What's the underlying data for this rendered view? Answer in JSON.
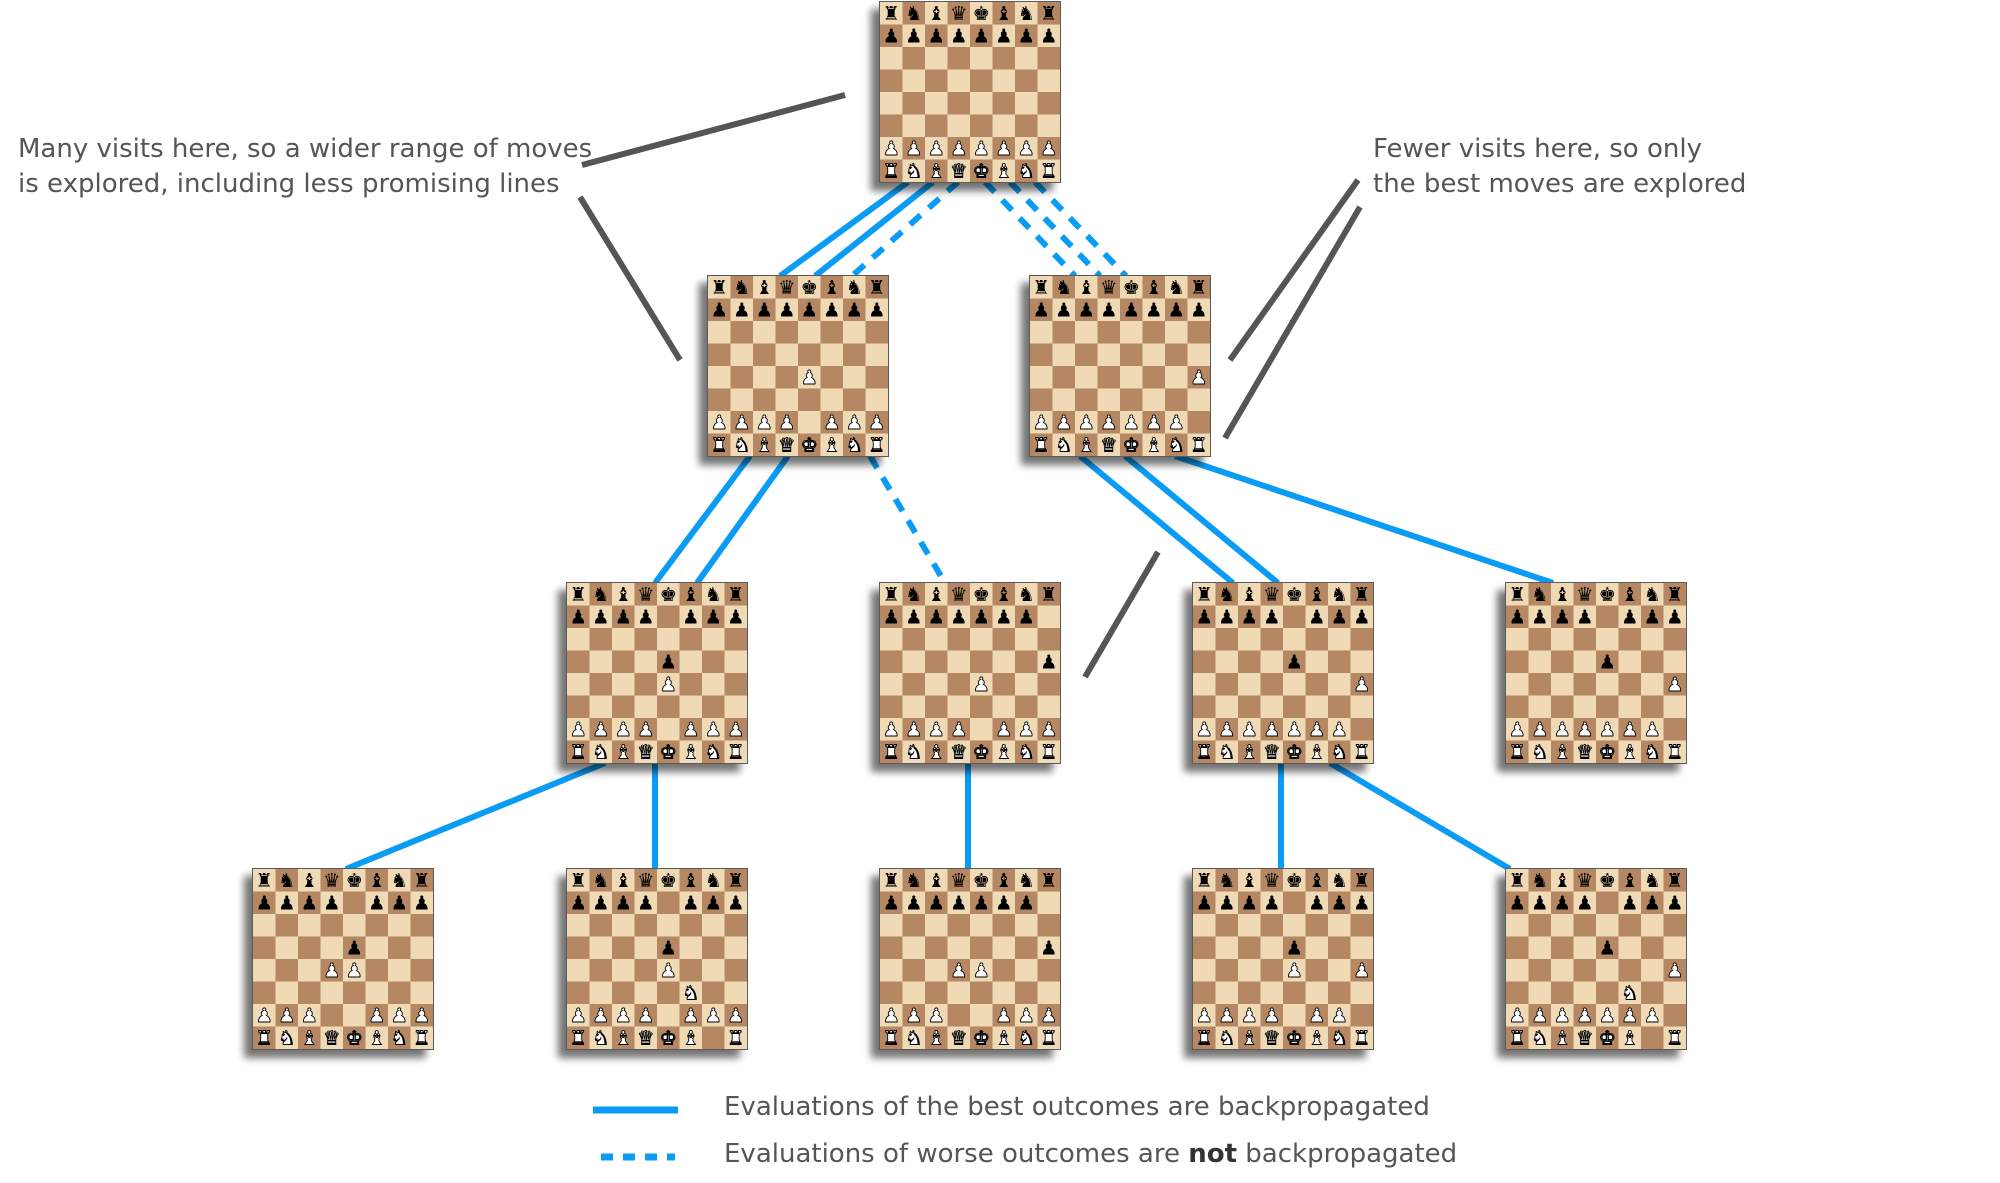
{
  "annotations": {
    "left": {
      "line1": "Many visits here, so a wider range of moves",
      "line2": "is explored, including less promising lines"
    },
    "right": {
      "line1": "Fewer visits here, so only",
      "line2": "the best moves are explored"
    }
  },
  "legend": {
    "solid": "Evaluations of the best outcomes are backpropagated",
    "dashed_pre": "Evaluations of worse outcomes are ",
    "dashed_bold": "not",
    "dashed_post": " backpropagated"
  },
  "colors": {
    "line": "#0a9cf5",
    "pointer": "#555555",
    "light_square": "#f0d9b5",
    "dark_square": "#b58863"
  },
  "start_position": [
    "rnbqkbnr",
    "pppppppp",
    "........",
    "........",
    "........",
    "........",
    "PPPPPPPP",
    "RNBQKBNR"
  ],
  "boards": [
    {
      "id": "root",
      "moves": []
    },
    {
      "id": "e4",
      "moves": [
        "e2e4"
      ]
    },
    {
      "id": "h4",
      "moves": [
        "h2h4"
      ]
    },
    {
      "id": "e4-e5",
      "moves": [
        "e2e4",
        "e7e5"
      ]
    },
    {
      "id": "e4-h5",
      "moves": [
        "e2e4",
        "h7h5"
      ]
    },
    {
      "id": "h4-e5",
      "moves": [
        "h2h4",
        "e7e5"
      ]
    },
    {
      "id": "h4-e5b",
      "moves": [
        "h2h4",
        "e7e5"
      ]
    },
    {
      "id": "e4-e5-d4",
      "moves": [
        "e2e4",
        "e7e5",
        "d2d4"
      ]
    },
    {
      "id": "e4-e5-nf3",
      "moves": [
        "e2e4",
        "e7e5",
        "g1f3"
      ]
    },
    {
      "id": "e4-h5-d4",
      "moves": [
        "e2e4",
        "h7h5",
        "d2d4"
      ]
    },
    {
      "id": "h4-e5-e4",
      "moves": [
        "h2h4",
        "e7e5",
        "e2e4"
      ]
    },
    {
      "id": "h4-e5-nf3",
      "moves": [
        "h2h4",
        "e7e5",
        "g1f3"
      ]
    }
  ]
}
